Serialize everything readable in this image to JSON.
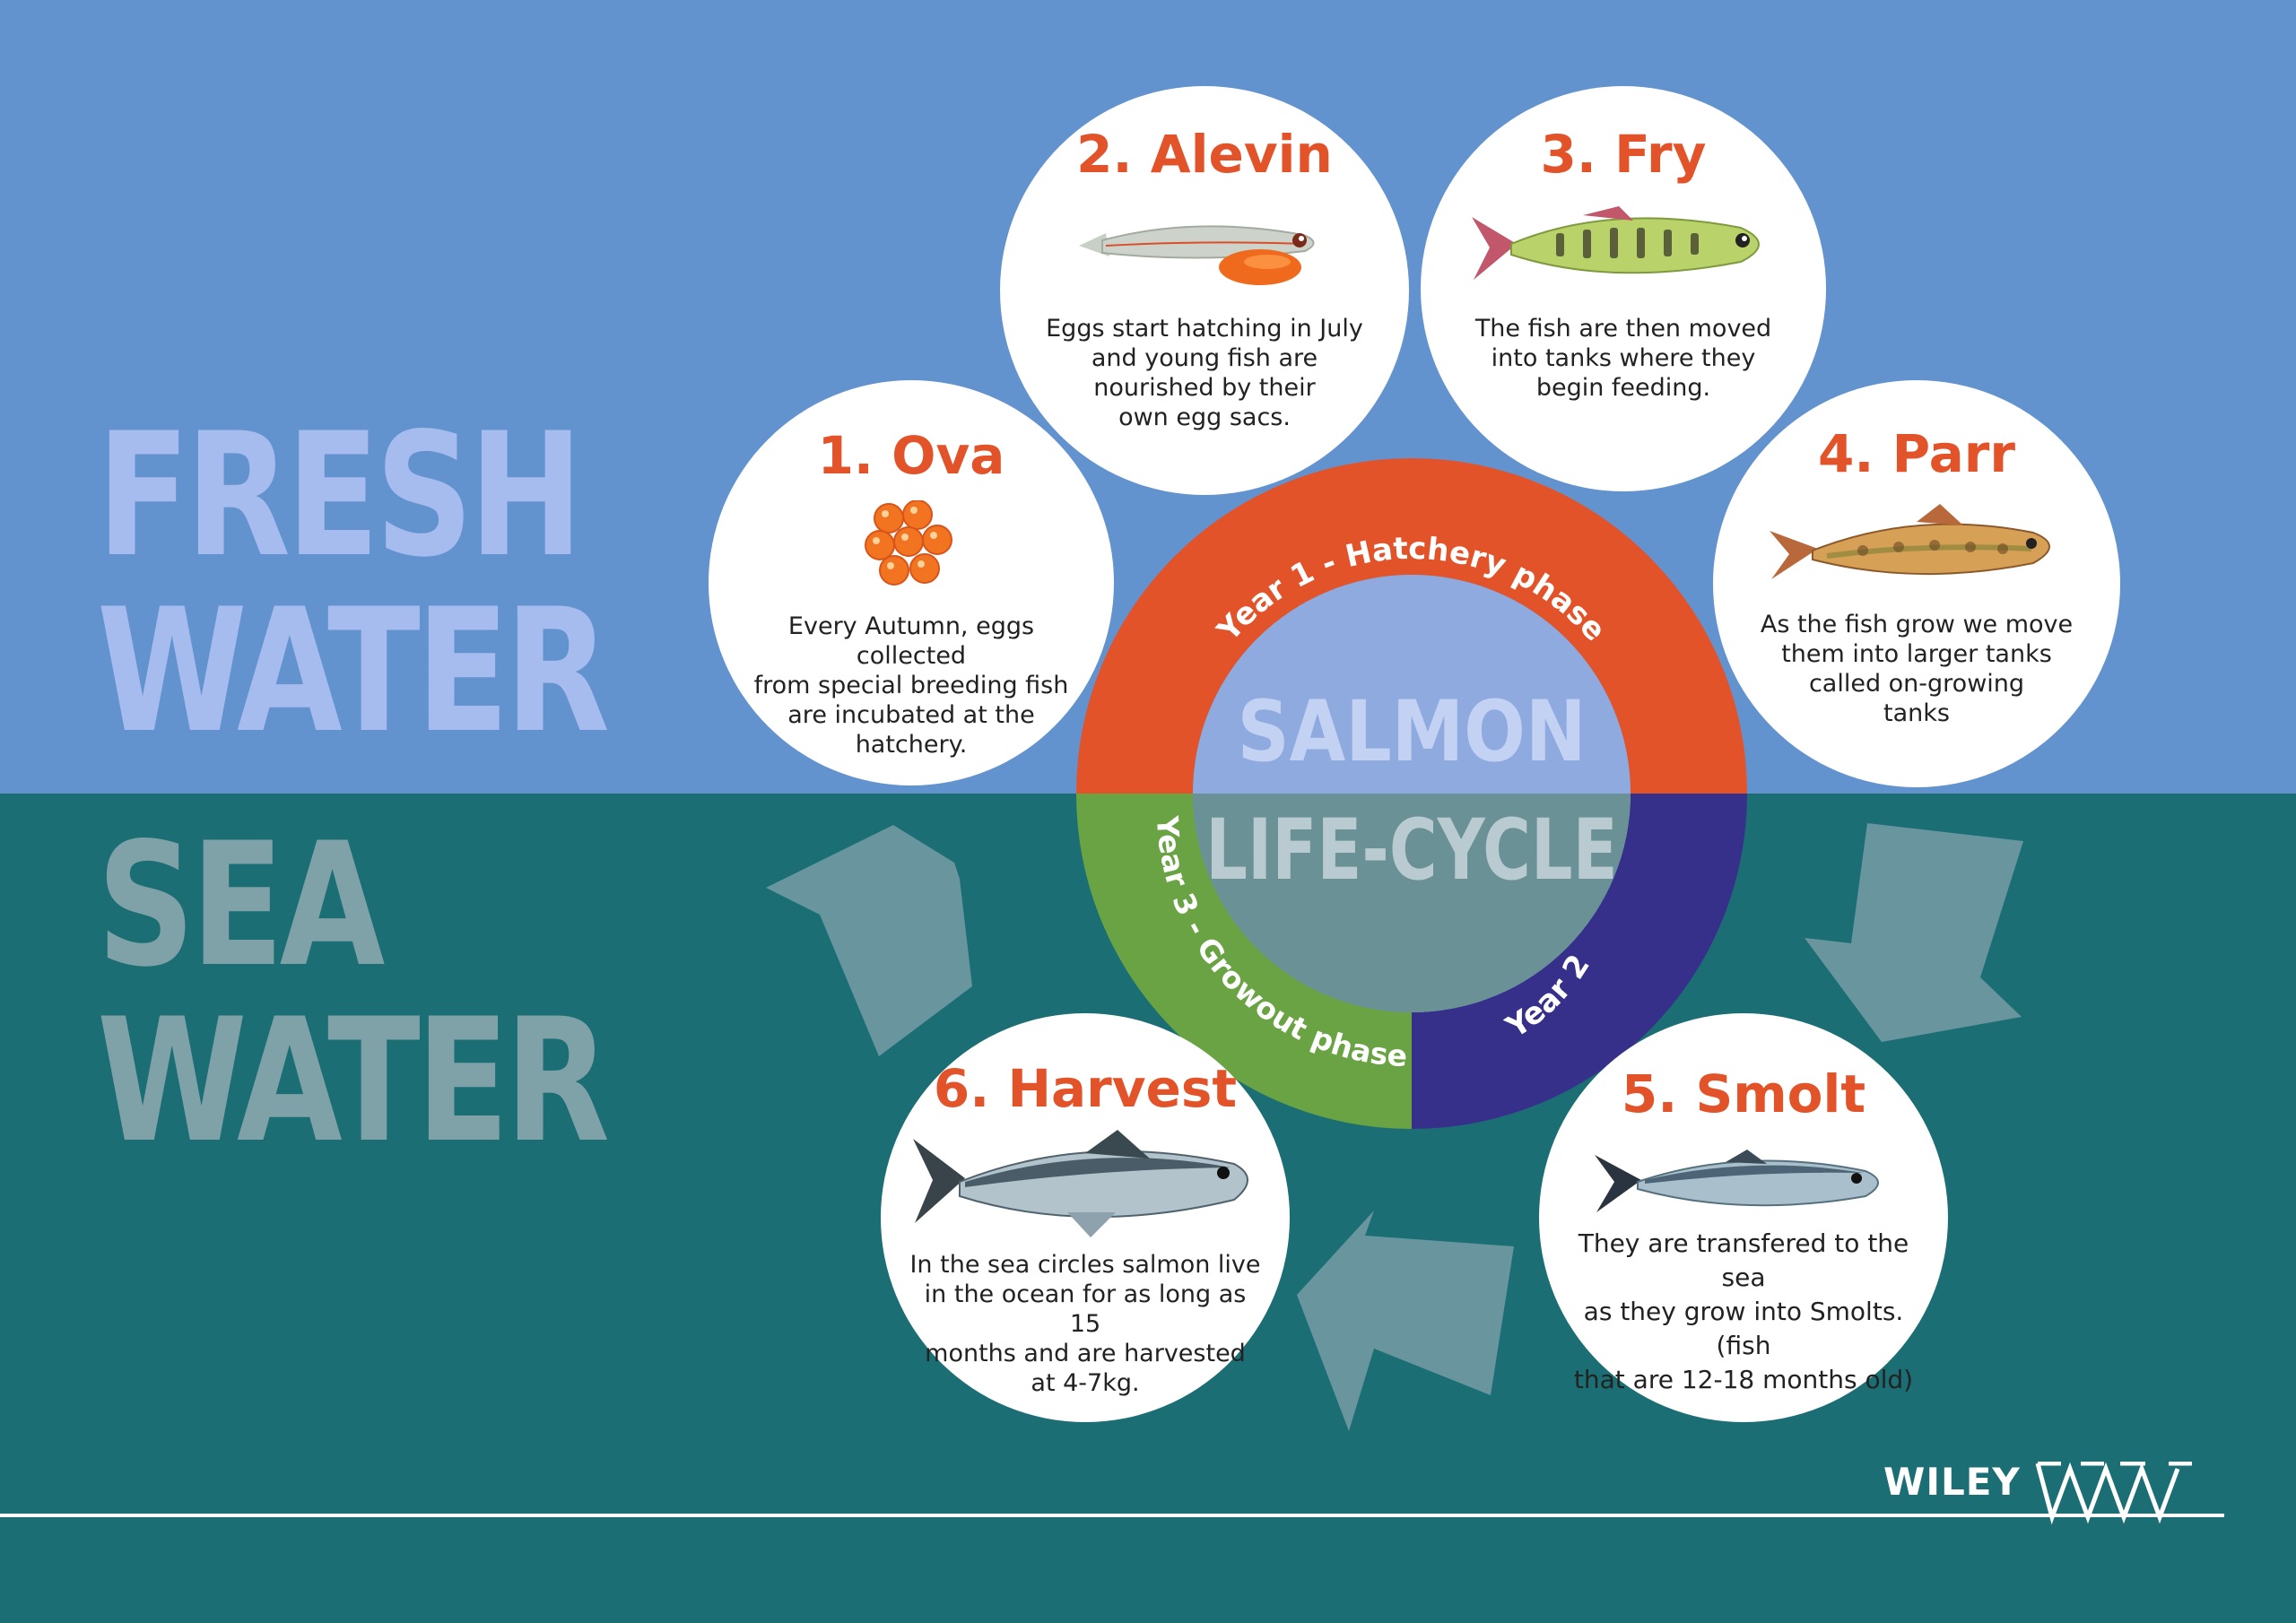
{
  "zones": {
    "fresh": {
      "line1": "FRESH",
      "line2": "WATER",
      "color": "#6393cf"
    },
    "sea": {
      "line1": "SEA",
      "line2": "WATER",
      "color": "#1b6e74"
    }
  },
  "center": {
    "line1": "SALMON",
    "line2": "LIFE-CYCLE"
  },
  "ring": {
    "year1": {
      "label": "Year 1 - Hatchery phase",
      "color": "#e2532a"
    },
    "year2": {
      "label": "Year 2",
      "color": "#37308a"
    },
    "year3": {
      "label": "Year 3 - Growout phase",
      "color": "#6aa344"
    }
  },
  "stages": [
    {
      "title": "1. Ova",
      "desc": [
        "Every Autumn, eggs collected",
        "from special breeding fish",
        "are incubated at the",
        "hatchery."
      ],
      "icon": "eggs-icon"
    },
    {
      "title": "2. Alevin",
      "desc": [
        "Eggs start hatching in July",
        "and young fish are",
        "nourished by their",
        "own egg sacs."
      ],
      "icon": "alevin-fish-icon"
    },
    {
      "title": "3. Fry",
      "desc": [
        "The fish are then moved",
        "into tanks where they",
        "begin feeding."
      ],
      "icon": "fry-fish-icon"
    },
    {
      "title": "4. Parr",
      "desc": [
        "As the fish grow we move",
        "them into larger tanks",
        "called on-growing",
        "tanks"
      ],
      "icon": "parr-fish-icon"
    },
    {
      "title": "5. Smolt",
      "desc": [
        "They are transfered to the sea",
        "as they grow into Smolts. (fish",
        "that are 12-18 months old)"
      ],
      "icon": "smolt-fish-icon"
    },
    {
      "title": "6. Harvest",
      "desc": [
        "In the sea circles salmon live",
        "in the ocean for as long as 15",
        "months and are harvested",
        "at 4-7kg."
      ],
      "icon": "harvest-salmon-icon"
    }
  ],
  "logo": {
    "text": "WILEY"
  }
}
